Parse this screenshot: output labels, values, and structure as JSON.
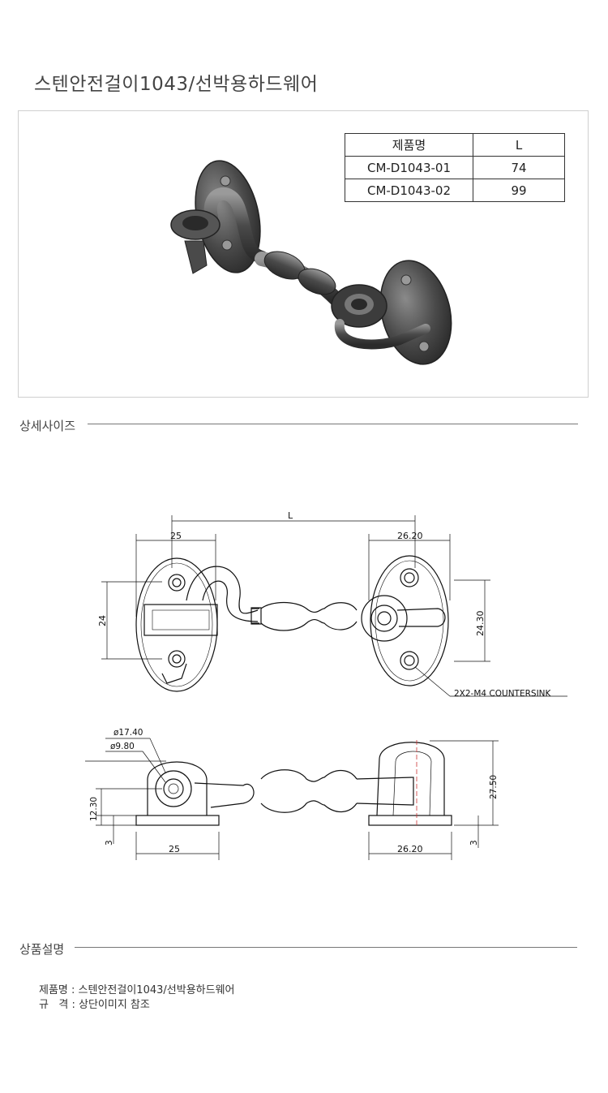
{
  "page": {
    "title": "스텐안전걸이1043/선박용하드웨어"
  },
  "spec_table": {
    "headers": [
      "제품명",
      "L"
    ],
    "rows": [
      [
        "CM-D1043-01",
        "74"
      ],
      [
        "CM-D1043-02",
        "99"
      ]
    ]
  },
  "sections": {
    "size": "상세사이즈",
    "description": "상품설명"
  },
  "drawing": {
    "dim_L": "L",
    "dim_left_width": "25",
    "dim_right_width": "26.20",
    "dim_left_height": "24",
    "dim_right_height": "24.30",
    "countersink": "2X2-M4 COUNTERSINK",
    "dia_outer": "ø17.40",
    "dia_inner": "ø9.80",
    "dim_side_height_left": "12.30",
    "dim_side_height_right": "27.50",
    "dim_base_left": "3",
    "dim_base_right": "3",
    "dim_bottom_left": "25",
    "dim_bottom_right": "26.20"
  },
  "description": {
    "name_label": "제품명",
    "name_value": "스텐안전걸이1043/선박용하드웨어",
    "spec_label": "규   격",
    "spec_value": "상단이미지 참조"
  }
}
